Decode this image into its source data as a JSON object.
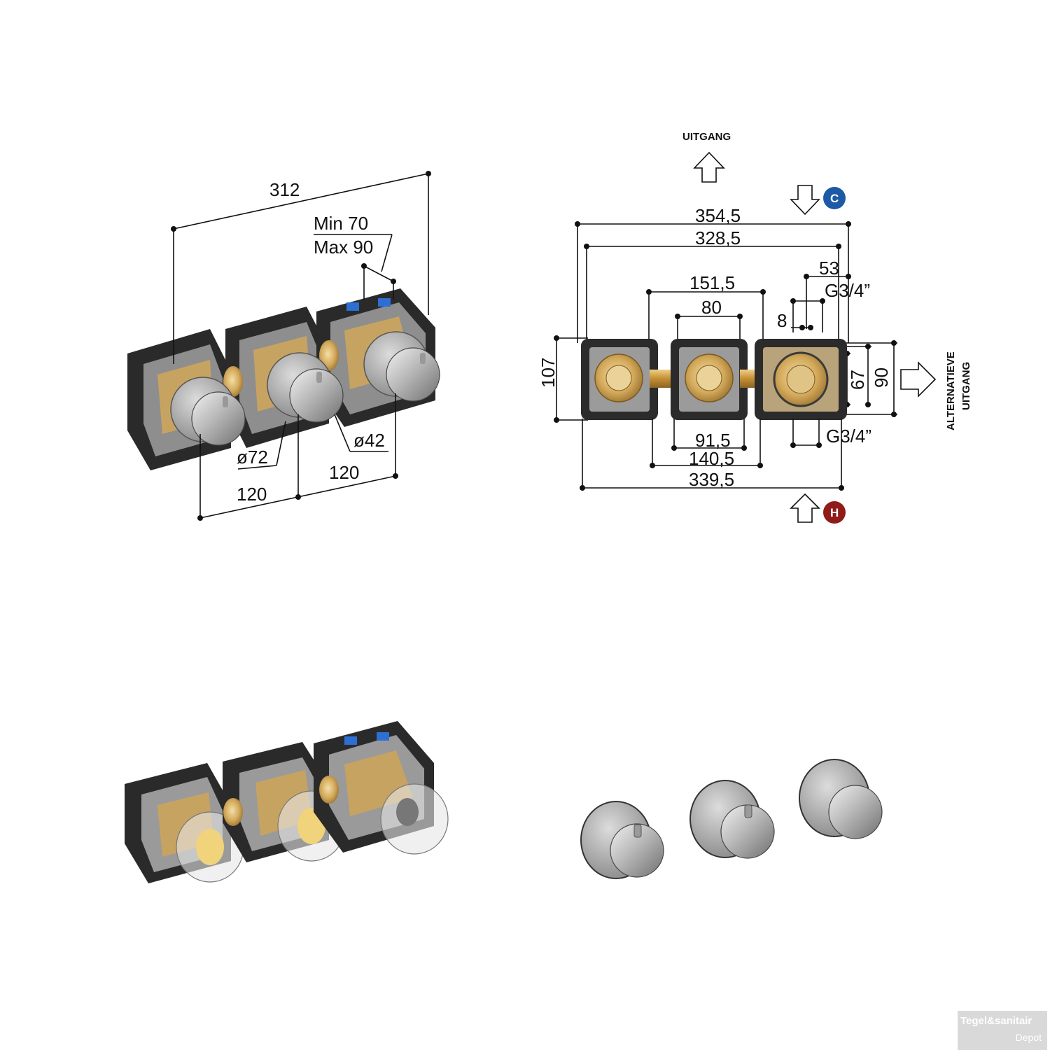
{
  "top_left": {
    "width_total": "312",
    "depth_min": "Min 70",
    "depth_max": "Max 90",
    "rosette_diameter": "ø72",
    "knob_diameter": "ø42",
    "spacing_1": "120",
    "spacing_2": "120"
  },
  "top_right": {
    "outlet_top": "UITGANG",
    "cold_badge": "C",
    "hot_badge": "H",
    "alt_outlet_line1": "ALTERNATIEVE",
    "alt_outlet_line2": "UITGANG",
    "dim_354": "354,5",
    "dim_328": "328,5",
    "dim_53": "53",
    "dim_g34_top": "G3/4”",
    "dim_151": "151,5",
    "dim_80": "80",
    "dim_8": "8",
    "dim_107": "107",
    "dim_67": "67",
    "dim_90": "90",
    "dim_91": "91,5",
    "dim_140": "140,5",
    "dim_339": "339,5",
    "dim_g34_bottom": "G3/4”",
    "colors": {
      "cold": "#1c5aa6",
      "hot": "#8f1b1b"
    }
  },
  "watermark": {
    "line1": "Tegel&sanitair",
    "line2": "Depot"
  }
}
